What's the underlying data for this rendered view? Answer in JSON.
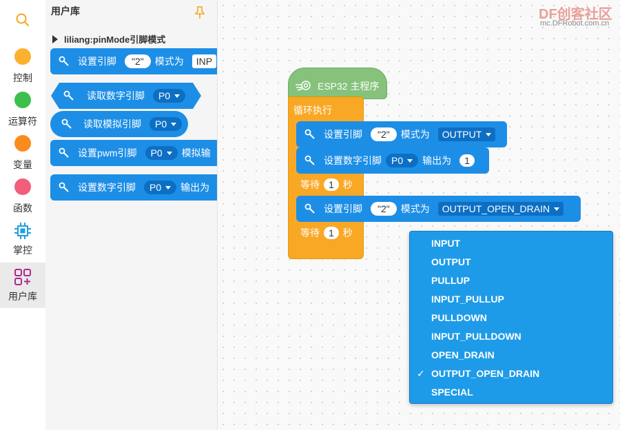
{
  "categories": [
    {
      "label": "",
      "icon": "search-icon",
      "color": "#f5a623"
    },
    {
      "label": "控制",
      "icon": "circle-icon",
      "color": "#fbb12f"
    },
    {
      "label": "运算符",
      "icon": "circle-icon",
      "color": "#3cbf4c"
    },
    {
      "label": "变量",
      "icon": "circle-icon",
      "color": "#fa8c1e"
    },
    {
      "label": "函数",
      "icon": "circle-icon",
      "color": "#f25e7a"
    },
    {
      "label": "掌控",
      "icon": "chip-icon",
      "color": "#1f9de0"
    },
    {
      "label": "用户库",
      "icon": "library-icon",
      "color": "#b0268c"
    }
  ],
  "flyout": {
    "title": "用户库",
    "tree_label": "liliang:pinMode引脚模式",
    "blocks": [
      {
        "text": "设置引脚",
        "pin": "\"2\"",
        "mid": "模式为",
        "mode": "INP"
      },
      {
        "text": "读取数字引脚",
        "port": "P0"
      },
      {
        "text": "读取模拟引脚",
        "port": "P0"
      },
      {
        "text": "设置pwm引脚",
        "port": "P0",
        "tail": "模拟输"
      },
      {
        "text": "设置数字引脚",
        "port": "P0",
        "tail": "输出为"
      }
    ]
  },
  "workspace": {
    "hat_label": "ESP32 主程序",
    "loop_label": "循环执行",
    "block1": {
      "text": "设置引脚",
      "pin": "\"2\"",
      "mid": "模式为",
      "mode": "OUTPUT"
    },
    "block2": {
      "text": "设置数字引脚",
      "port": "P0",
      "mid": "输出为",
      "value": "1"
    },
    "wait1": {
      "text": "等待",
      "value": "1",
      "unit": "秒"
    },
    "block3": {
      "text": "设置引脚",
      "pin": "\"2\"",
      "mid": "模式为",
      "mode": "OUTPUT_OPEN_DRAIN"
    },
    "wait2": {
      "text": "等待",
      "value": "1",
      "unit": "秒"
    }
  },
  "dropdown": {
    "selected": "OUTPUT_OPEN_DRAIN",
    "check": "✓",
    "options": [
      "INPUT",
      "OUTPUT",
      "PULLUP",
      "INPUT_PULLUP",
      "PULLDOWN",
      "INPUT_PULLDOWN",
      "OPEN_DRAIN",
      "OUTPUT_OPEN_DRAIN",
      "SPECIAL"
    ]
  },
  "watermark": {
    "brand": "DF创客社区",
    "url": "mc.DFRobot.com.cn"
  }
}
